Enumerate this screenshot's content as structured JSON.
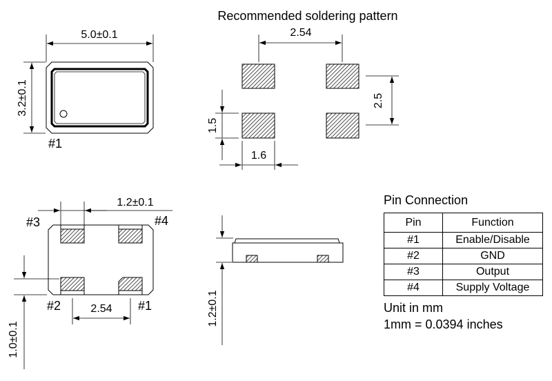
{
  "top_view": {
    "width_label": "5.0±0.1",
    "height_label": "3.2±0.1",
    "pin1_label": "#1"
  },
  "soldering_pattern": {
    "title": "Recommended soldering pattern",
    "pitch_x_label": "2.54",
    "pitch_y_label": "2.5",
    "pad_height_label": "1.5",
    "pad_width_label": "1.6"
  },
  "bottom_view": {
    "pad_width_label": "1.2±0.1",
    "pitch_label": "2.54",
    "pad_height_label": "1.0±0.1",
    "pins": {
      "p1": "#1",
      "p2": "#2",
      "p3": "#3",
      "p4": "#4"
    }
  },
  "side_view": {
    "height_label": "1.2±0.1"
  },
  "pin_connection": {
    "title": "Pin Connection",
    "headers": [
      "Pin",
      "Function"
    ],
    "rows": [
      {
        "pin": "#1",
        "function": "Enable/Disable"
      },
      {
        "pin": "#2",
        "function": "GND"
      },
      {
        "pin": "#3",
        "function": "Output"
      },
      {
        "pin": "#4",
        "function": "Supply Voltage"
      }
    ]
  },
  "units": {
    "unit_line": "Unit in mm",
    "conversion_line": "1mm = 0.0394 inches"
  }
}
